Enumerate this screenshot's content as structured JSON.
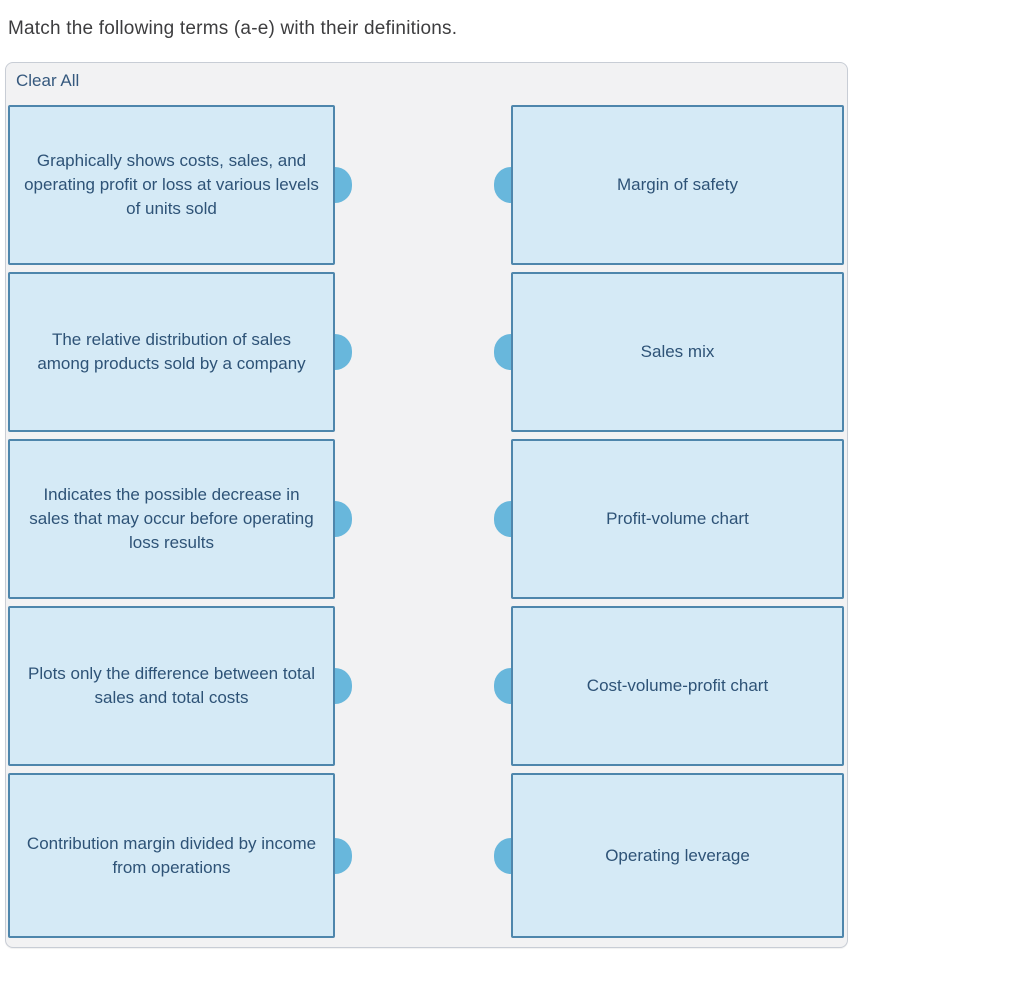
{
  "page_title": "Match the following terms (a-e) with their definitions.",
  "panel": {
    "clear_all_label": "Clear All"
  },
  "matching": {
    "definitions": [
      "Graphically shows costs, sales, and operating profit or loss at various levels of units sold",
      "The relative distribution of sales among products sold by a company",
      "Indicates the possible decrease in sales that may occur before operating loss results",
      "Plots only the difference between total sales and total costs",
      "Contribution margin divided by income from operations"
    ],
    "terms": [
      "Margin of safety",
      "Sales mix",
      "Profit-volume chart",
      "Cost-volume-profit chart",
      "Operating leverage"
    ]
  },
  "colors": {
    "card_background": "#d5eaf6",
    "card_border": "#4e86ac",
    "card_text": "#2e5377",
    "connector_knob": "#68b7dc",
    "panel_background": "#f2f2f3",
    "panel_border": "#c8cdd5",
    "clear_all_text": "#36597e",
    "title_text": "#3d3d3f"
  }
}
